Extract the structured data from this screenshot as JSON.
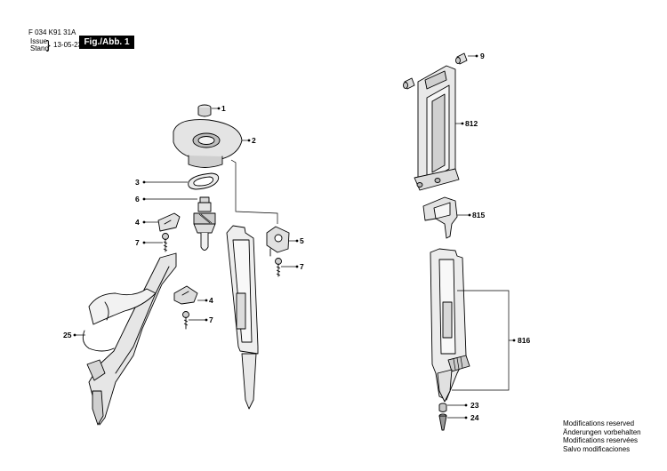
{
  "header": {
    "doc_number": "F 034 K91 31A",
    "issue_label": "Issue",
    "stand_label": "Stand",
    "date": "13-05-23",
    "figure_label": "Fig./Abb. 1"
  },
  "callouts": [
    {
      "id": "c1",
      "label": "1"
    },
    {
      "id": "c2",
      "label": "2"
    },
    {
      "id": "c3",
      "label": "3"
    },
    {
      "id": "c6",
      "label": "6"
    },
    {
      "id": "c4a",
      "label": "4"
    },
    {
      "id": "c7a",
      "label": "7"
    },
    {
      "id": "c5",
      "label": "5"
    },
    {
      "id": "c7b",
      "label": "7"
    },
    {
      "id": "c4b",
      "label": "4"
    },
    {
      "id": "c7c",
      "label": "7"
    },
    {
      "id": "c25",
      "label": "25"
    },
    {
      "id": "c9",
      "label": "9"
    },
    {
      "id": "c812",
      "label": "812"
    },
    {
      "id": "c815",
      "label": "815"
    },
    {
      "id": "c816",
      "label": "816"
    },
    {
      "id": "c23",
      "label": "23"
    },
    {
      "id": "c24",
      "label": "24"
    }
  ],
  "notes": [
    "Modifications reserved",
    "Änderungen vorbehalten",
    "Modifications reservées",
    "Salvo modificaciones"
  ]
}
